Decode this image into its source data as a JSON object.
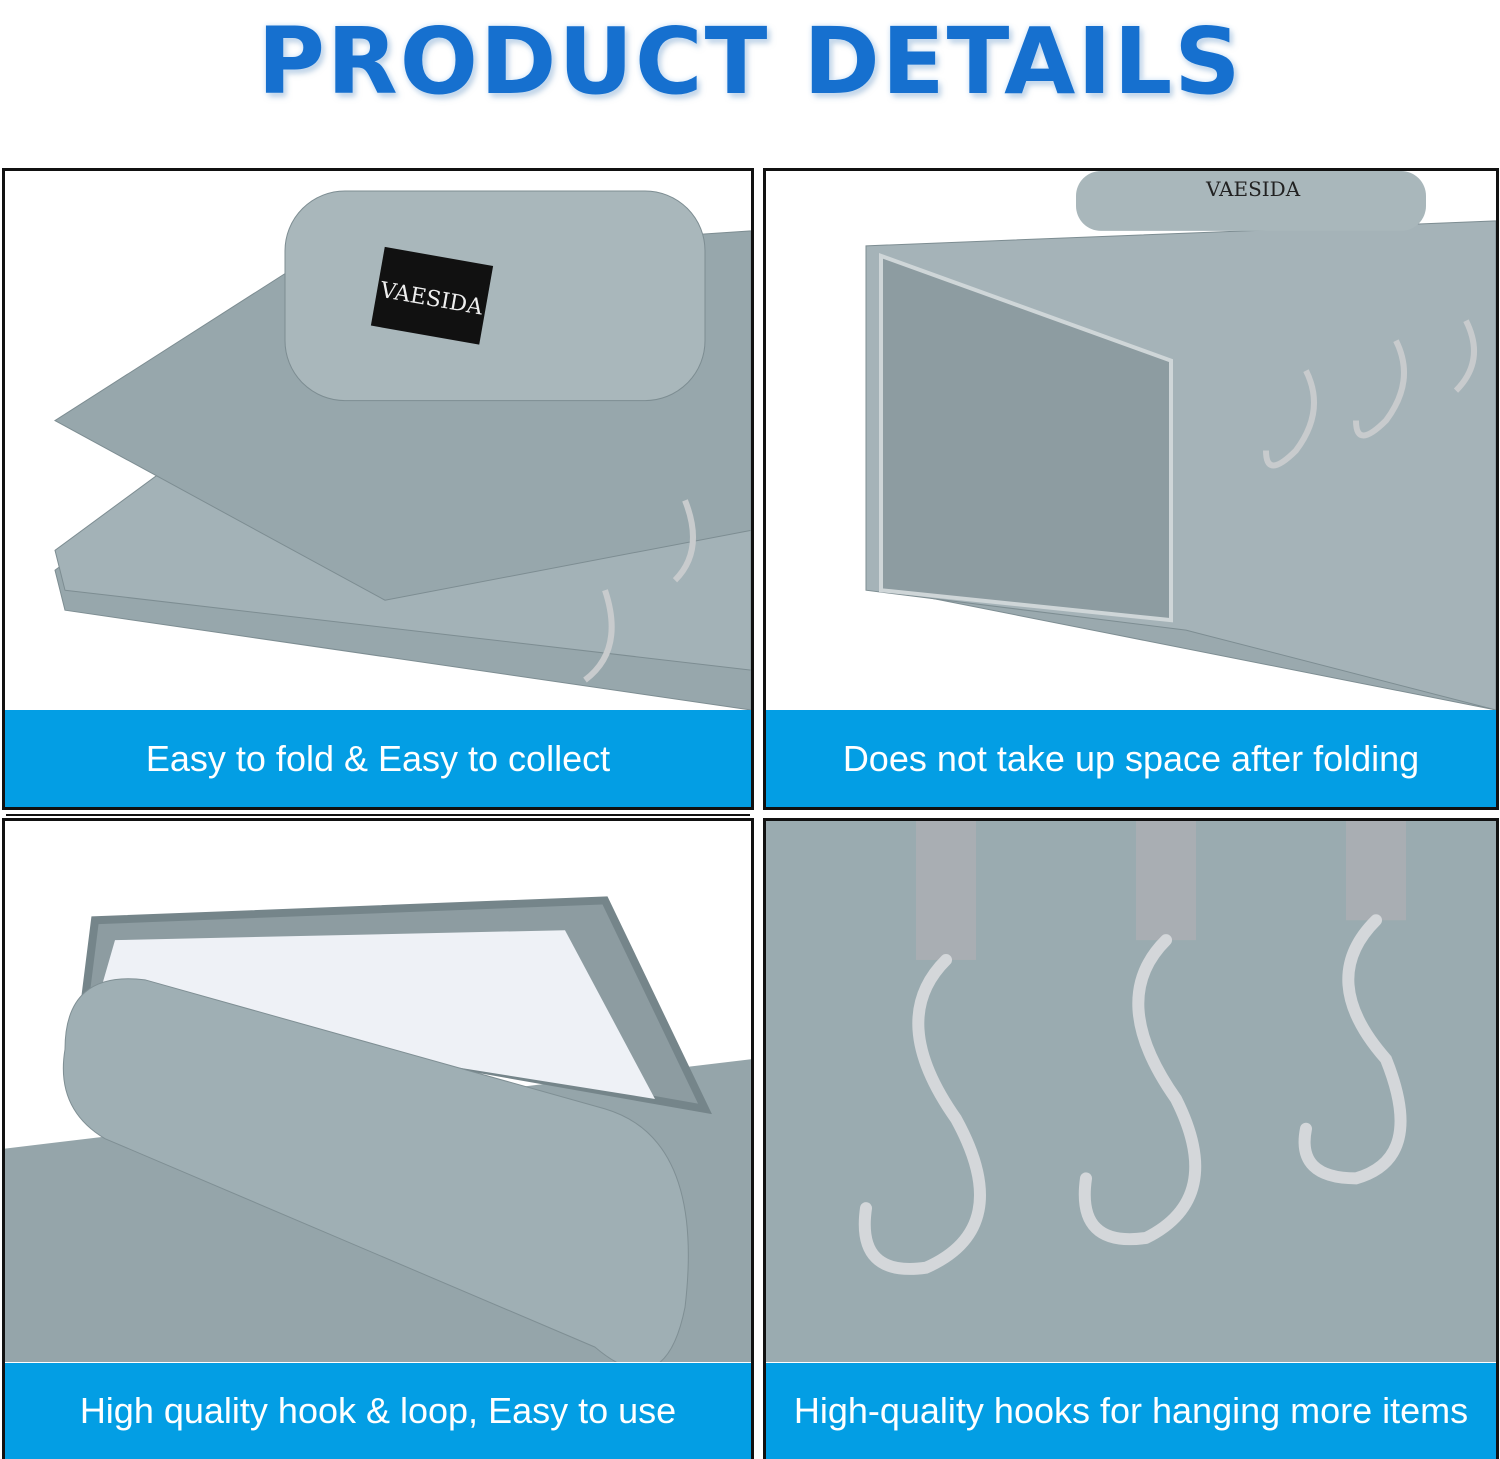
{
  "title": "PRODUCT DETAILS",
  "brand_logo": "VAESIDA",
  "panels": [
    {
      "caption": "Easy to fold & Easy to collect"
    },
    {
      "caption": "Does not take up space after folding"
    },
    {
      "caption": "High quality hook & loop, Easy to use"
    },
    {
      "caption": "High-quality hooks for hanging more items"
    }
  ],
  "colors": {
    "title": "#1670cf",
    "caption_band": "#039ee4",
    "fabric": "#8fa0a6"
  }
}
